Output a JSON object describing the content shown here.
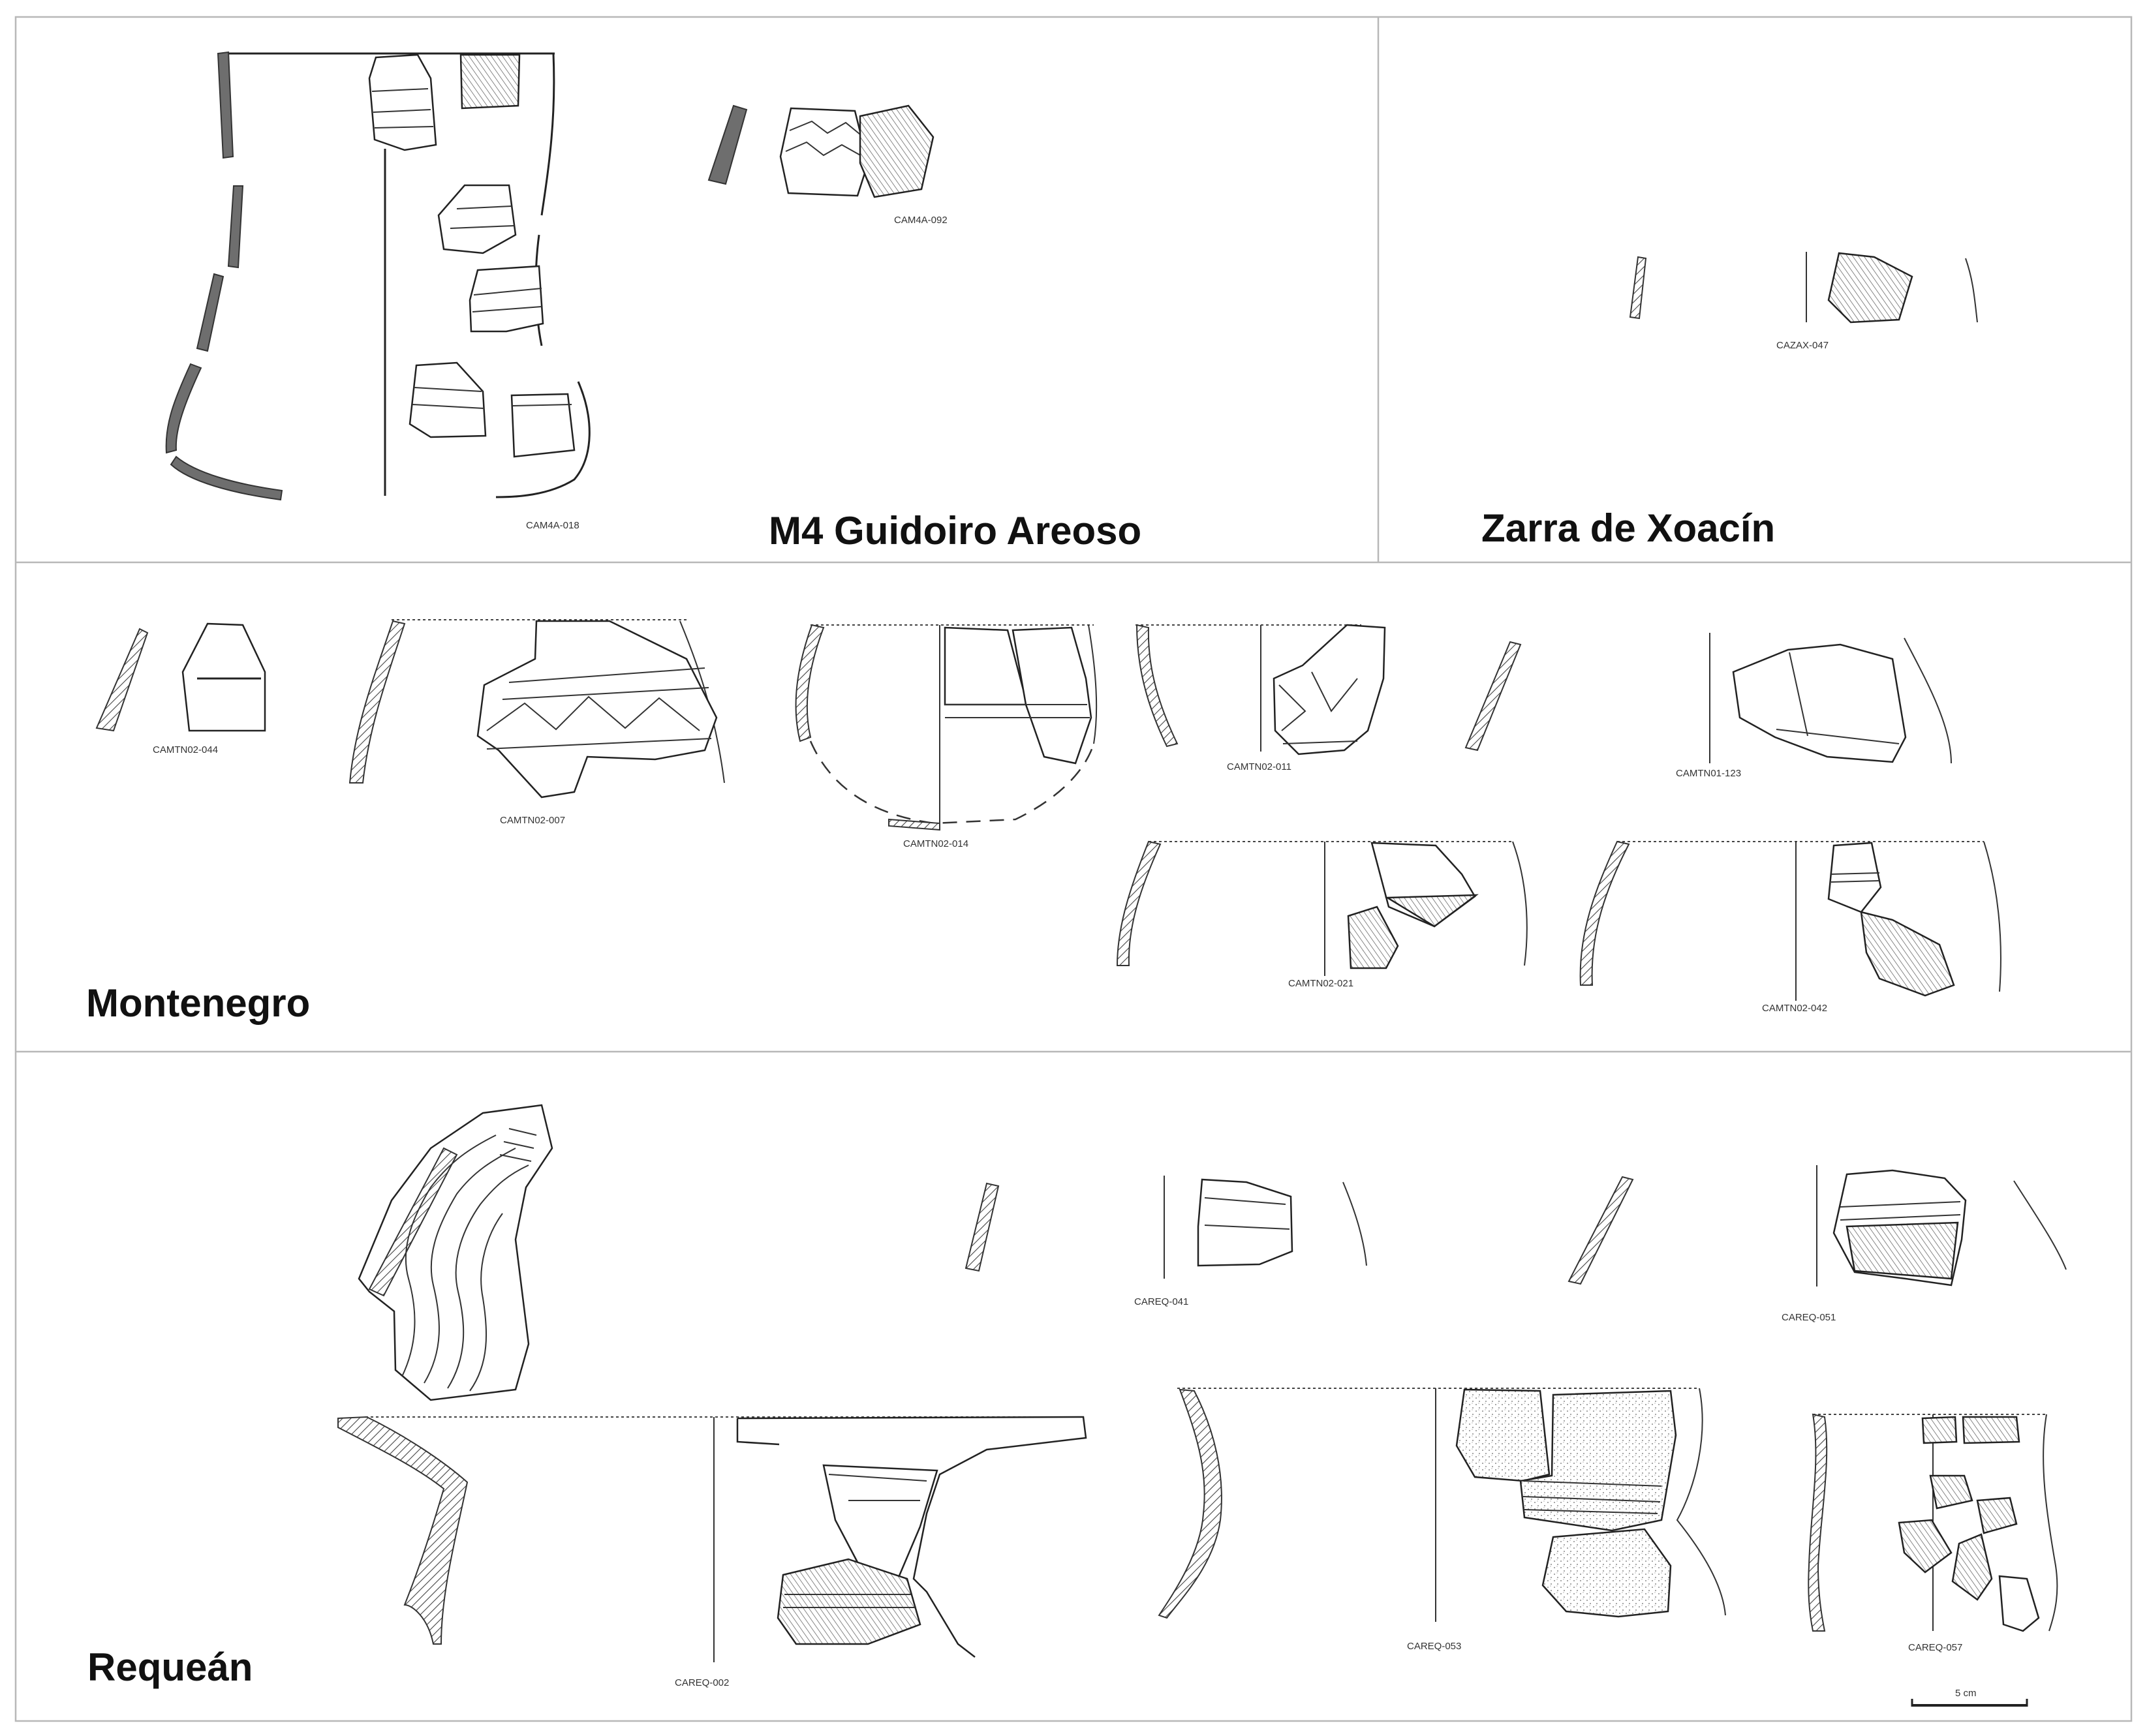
{
  "plate": {
    "frame_color": "#b8b8b8",
    "line_color": "#222222",
    "section_fill": "#6e6e6e"
  },
  "panels": {
    "guidoiro": {
      "title": "M4 Guidoiro Areoso",
      "labels": [
        "CAM4A-018",
        "CAM4A-092"
      ]
    },
    "xoacin": {
      "title": "Zarra de Xoacín",
      "labels": [
        "CAZAX-047"
      ]
    },
    "montenegro": {
      "title": "Montenegro",
      "labels": [
        "CAMTN02-044",
        "CAMTN02-007",
        "CAMTN02-014",
        "CAMTN02-011",
        "CAMTN01-123",
        "CAMTN02-021",
        "CAMTN02-042"
      ]
    },
    "requean": {
      "title": "Requeán",
      "labels": [
        "CAREQ-041",
        "CAREQ-051",
        "CAREQ-002",
        "CAREQ-053",
        "CAREQ-057"
      ]
    }
  },
  "scale_bar": {
    "label": "5 cm"
  }
}
